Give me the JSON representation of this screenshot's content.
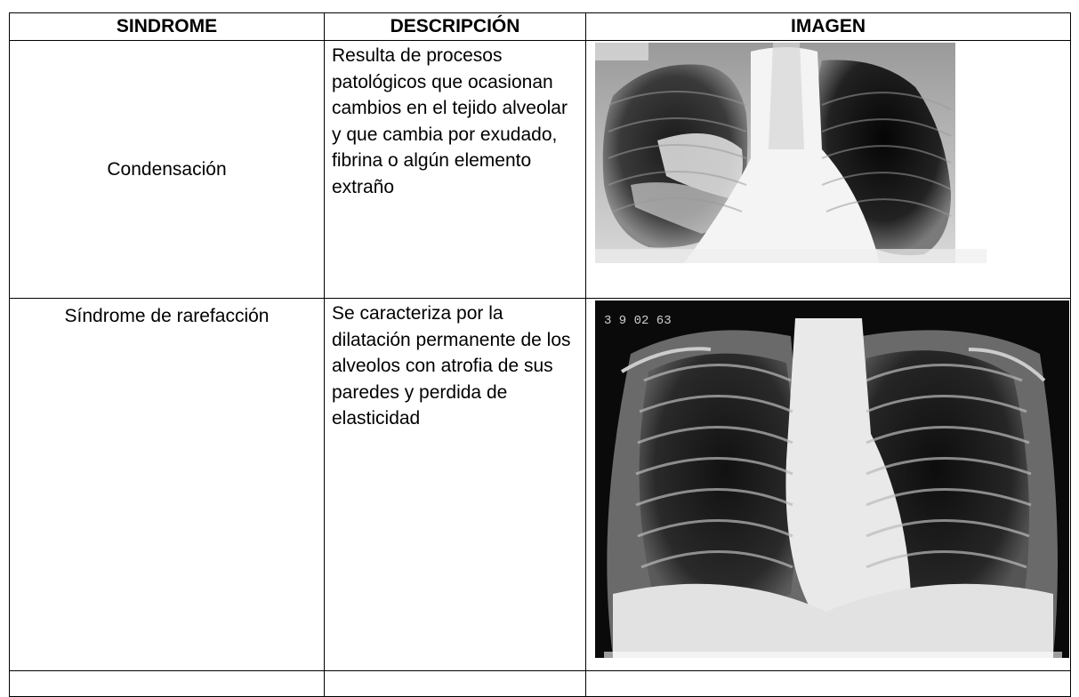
{
  "table": {
    "headers": [
      "SINDROME",
      "DESCRIPCIÓN",
      "IMAGEN"
    ],
    "rows": [
      {
        "sindrome": "Condensación",
        "descripcion": "Resulta de procesos patológicos que ocasionan cambios en el tejido alveolar y que cambia por exudado, fibrina o algún elemento extraño",
        "imagen": "chest-xray-condensation"
      },
      {
        "sindrome": "Síndrome de rarefacción",
        "descripcion": "Se caracteriza por la dilatación permanente de los alveolos con atrofia de sus paredes y perdida de elasticidad",
        "imagen": "chest-xray-rarefaction",
        "imagen_text": "3 9 02 63"
      },
      {
        "sindrome": "",
        "descripcion": "",
        "imagen": ""
      }
    ]
  }
}
